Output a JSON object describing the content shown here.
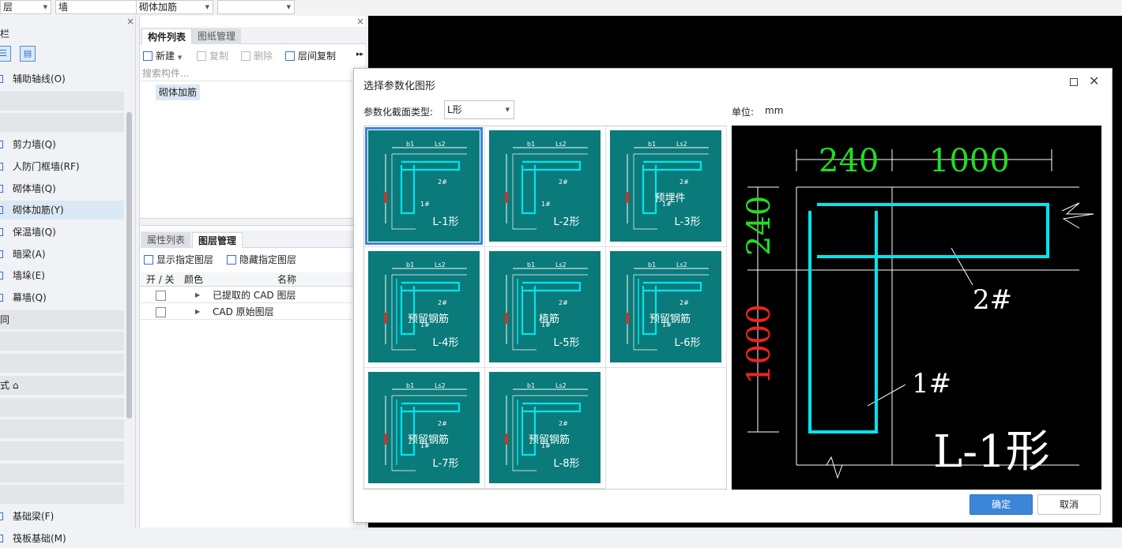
{
  "topbar": {
    "combo1": "层",
    "combo2": "墙",
    "combo3": "砌体加筋",
    "combo4": ""
  },
  "left_panel": {
    "title": "栏",
    "tree": [
      {
        "label": "辅助轴线(O)",
        "kind": "item"
      },
      {
        "label": "",
        "kind": "group"
      },
      {
        "label": "",
        "kind": "group"
      },
      {
        "label": "剪力墙(Q)",
        "kind": "item"
      },
      {
        "label": "人防门框墙(RF)",
        "kind": "item"
      },
      {
        "label": "砌体墙(Q)",
        "kind": "item"
      },
      {
        "label": "砌体加筋(Y)",
        "kind": "selected"
      },
      {
        "label": "保温墙(Q)",
        "kind": "item"
      },
      {
        "label": "暗梁(A)",
        "kind": "item"
      },
      {
        "label": "墙垛(E)",
        "kind": "item"
      },
      {
        "label": "幕墙(Q)",
        "kind": "item"
      },
      {
        "label": "同",
        "kind": "group"
      },
      {
        "label": "",
        "kind": "group"
      },
      {
        "label": "",
        "kind": "group"
      },
      {
        "label": "式 ⌂",
        "kind": "group"
      },
      {
        "label": "",
        "kind": "group"
      },
      {
        "label": "",
        "kind": "group"
      },
      {
        "label": "",
        "kind": "group"
      },
      {
        "label": "",
        "kind": "group"
      },
      {
        "label": "",
        "kind": "group"
      },
      {
        "label": "基础梁(F)",
        "kind": "item"
      },
      {
        "label": "筏板基础(M)",
        "kind": "item"
      }
    ]
  },
  "component_panel": {
    "tab_active": "构件列表",
    "tab_inactive": "图纸管理",
    "new_label": "新建",
    "copy_label": "复制",
    "delete_label": "删除",
    "floor_copy_label": "层间复制",
    "search_placeholder": "搜索构件...",
    "item": "砌体加筋"
  },
  "layer_panel": {
    "tab_inactive": "属性列表",
    "tab_active": "图层管理",
    "show_label": "显示指定图层",
    "hide_label": "隐藏指定图层",
    "col_toggle": "开 / 关",
    "col_color": "颜色",
    "col_name": "名称",
    "rows": [
      {
        "name": "已提取的 CAD 图层"
      },
      {
        "name": "CAD 原始图层"
      }
    ]
  },
  "dialog": {
    "title": "选择参数化图形",
    "type_label": "参数化截面类型:",
    "type_value": "L形",
    "unit_label": "单位:",
    "unit_value": "mm",
    "ok": "确定",
    "cancel": "取消",
    "shapes": [
      {
        "name": "L-1形",
        "extra": ""
      },
      {
        "name": "L-2形",
        "extra": ""
      },
      {
        "name": "L-3形",
        "extra": "预埋件"
      },
      {
        "name": "L-4形",
        "extra": "预留钢筋"
      },
      {
        "name": "L-5形",
        "extra": "植筋"
      },
      {
        "name": "L-6形",
        "extra": "预留钢筋"
      },
      {
        "name": "L-7形",
        "extra": "预留钢筋"
      },
      {
        "name": "L-8形",
        "extra": "预留钢筋"
      }
    ],
    "preview": {
      "dim_b1": "240",
      "dim_ls2": "1000",
      "dim_b2": "240",
      "dim_ls1": "1000",
      "rebar2": "2#",
      "rebar1": "1#",
      "shape_name": "L-1形"
    }
  },
  "colors": {
    "thumb_bg": "#0a7a7a",
    "rebar": "#00e5ee",
    "dim_green": "#22dd22",
    "dim_red": "#ee2222",
    "accent": "#3b86d8"
  }
}
